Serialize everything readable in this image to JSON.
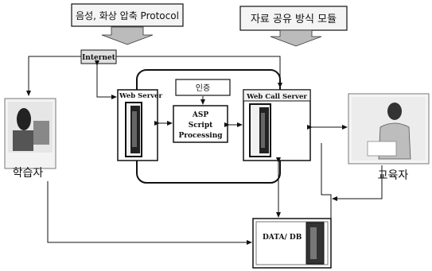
{
  "protocol_banner": "음성, 화상 압축 Protocol",
  "module_banner": "자료 공유 방식 모듈",
  "internet_label": "Internet",
  "web_server_label": "Web Server",
  "auth_label": "인증",
  "asp_label": [
    "ASP",
    "Script",
    "Processing"
  ],
  "web_call_server_label": "Web Call Server",
  "db_label": "DATA/ DB",
  "learner_label": "학습자",
  "educator_label": "교육자"
}
